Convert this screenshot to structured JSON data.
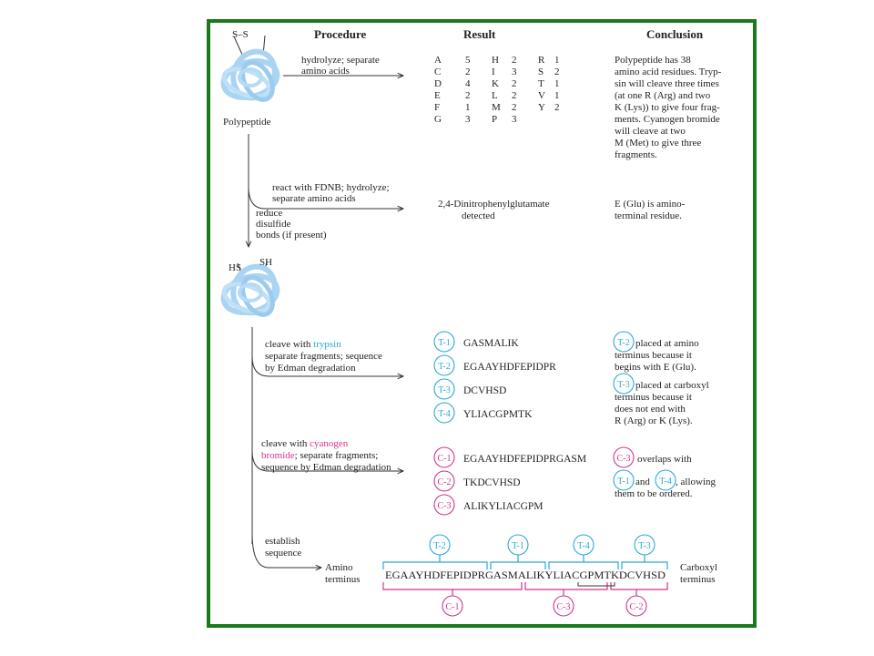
{
  "headers": {
    "procedure": "Procedure",
    "result": "Result",
    "conclusion": "Conclusion"
  },
  "colors": {
    "frame": "#1a7a1a",
    "trypsin": "#29a8d8",
    "cnbr": "#d1348e",
    "protein": "#a9d4f2"
  },
  "step1": {
    "ss_label": "S–S",
    "polypeptide_label": "Polypeptide",
    "procedure": [
      "hydrolyze; separate",
      "amino acids"
    ],
    "composition": [
      [
        "A",
        "5",
        "H",
        "2",
        "R",
        "1"
      ],
      [
        "C",
        "2",
        "I",
        "3",
        "S",
        "2"
      ],
      [
        "D",
        "4",
        "K",
        "2",
        "T",
        "1"
      ],
      [
        "E",
        "2",
        "L",
        "2",
        "V",
        "1"
      ],
      [
        "F",
        "1",
        "M",
        "2",
        "Y",
        "2"
      ],
      [
        "G",
        "3",
        "P",
        "3",
        "",
        ""
      ]
    ],
    "conclusion": [
      "Polypeptide has 38",
      "amino acid residues. Tryp-",
      "sin will cleave three times",
      "(at one R (Arg) and two",
      "K (Lys)) to give four frag-",
      "ments. Cyanogen bromide",
      "will cleave at two",
      "M (Met) to give three",
      "fragments."
    ]
  },
  "step2": {
    "procedure": [
      "react with FDNB; hydrolyze;",
      "separate amino acids"
    ],
    "result": [
      "2,4-Dinitrophenylglutamate",
      "detected"
    ],
    "conclusion": [
      "E (Glu) is amino-",
      "terminal residue."
    ]
  },
  "reduce": {
    "text": [
      "reduce",
      "disulfide",
      "bonds (if present)"
    ],
    "hs": "HS",
    "sh": "SH"
  },
  "step3": {
    "procedure_pre": "cleave with ",
    "procedure_hl": "trypsin",
    "procedure_rest": [
      "separate fragments; sequence",
      "by Edman degradation"
    ],
    "fragments": [
      {
        "id": "T-1",
        "seq": "GASMALIK"
      },
      {
        "id": "T-2",
        "seq": "EGAAYHDFEPIDPR"
      },
      {
        "id": "T-3",
        "seq": "DCVHSD"
      },
      {
        "id": "T-4",
        "seq": "YLIACGPMTK"
      }
    ],
    "conclusion_a_id": "T-2",
    "conclusion_a": [
      "placed at amino",
      "terminus because it",
      "begins with E (Glu)."
    ],
    "conclusion_b_id": "T-3",
    "conclusion_b": [
      "placed at carboxyl",
      "terminus because it",
      "does not end with",
      "R (Arg) or K (Lys)."
    ]
  },
  "step4": {
    "procedure_line1_pre": "cleave with ",
    "procedure_line1_hl": "cyanogen",
    "procedure_line2_hl": "bromide",
    "procedure_line2_rest": "; separate fragments;",
    "procedure_line3": "sequence by Edman degradation",
    "fragments": [
      {
        "id": "C-1",
        "seq": "EGAAYHDFEPIDPRGASM"
      },
      {
        "id": "C-2",
        "seq": "TKDCVHSD"
      },
      {
        "id": "C-3",
        "seq": "ALIKYLIACGPM"
      }
    ],
    "conclusion_id1": "C-3",
    "conclusion_t1": "overlaps with",
    "conclusion_id2": "T-1",
    "conclusion_and": "and",
    "conclusion_id3": "T-4",
    "conclusion_t2": ", allowing",
    "conclusion_t3": "them to be ordered."
  },
  "step5": {
    "procedure": [
      "establish",
      "sequence"
    ],
    "amino_label": [
      "Amino",
      "terminus"
    ],
    "carboxyl_label": [
      "Carboxyl",
      "terminus"
    ],
    "sequence": "EGAAYHDFEPIDPRGASMALIKYLIACGPMTKDCVHSD",
    "top_ids": [
      "T-2",
      "T-1",
      "T-4",
      "T-3"
    ],
    "bottom_ids": [
      "C-1",
      "C-3",
      "C-2"
    ]
  }
}
